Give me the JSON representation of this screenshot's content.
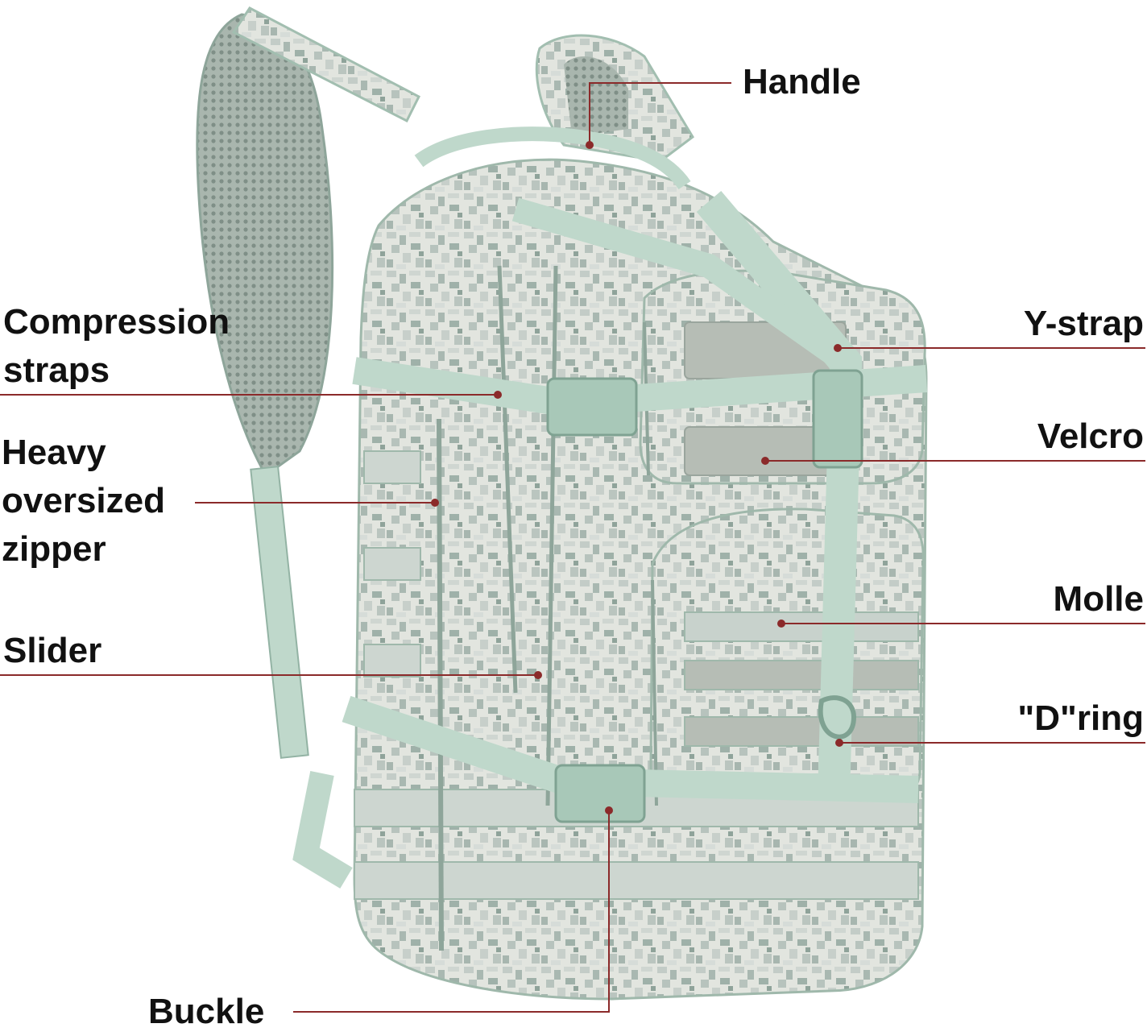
{
  "colors": {
    "leader": "#8b2a2a",
    "strap": "#bfd8cb",
    "strap_dark": "#93b3a4",
    "fabric_light": "#e4e6e0",
    "fabric_mid": "#c2cbc6",
    "fabric_dark": "#9fb0a8",
    "mesh": "#8f9e96",
    "velcro": "#b6bdb5",
    "buckle": "#a8c8b8"
  },
  "labels": {
    "handle": "Handle",
    "compression_straps": "Compression\nstraps",
    "y_strap": "Y-strap",
    "velcro": "Velcro",
    "heavy_zipper": "Heavy\noversized\nzipper",
    "molle": "Molle",
    "slider": "Slider",
    "d_ring": "\"D\"ring",
    "buckle": "Buckle"
  }
}
